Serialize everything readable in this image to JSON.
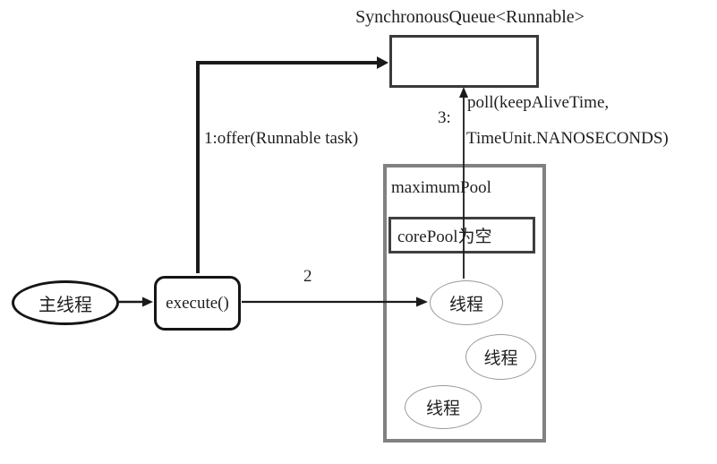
{
  "diagram": {
    "title": "SynchronousQueue<Runnable>",
    "nodes": {
      "main_thread": "主线程",
      "execute": "execute()",
      "pool_label": "maximumPool",
      "core_pool": "corePool为空",
      "threads": [
        "线程",
        "线程",
        "线程"
      ]
    },
    "labels": {
      "step1": "1:offer(Runnable task)",
      "step2": "2",
      "step3": "3:",
      "poll_line1": "poll(keepAliveTime,",
      "poll_line2": "TimeUnit.NANOSECONDS)"
    },
    "colors": {
      "background": "#ffffff",
      "text": "#1f1f1f",
      "arrow_line": "#1a1a1a",
      "node_border": "#151515",
      "queue_border": "#3a3a3a",
      "pool_border": "#818181",
      "core_pool_border": "#3f3f3f",
      "thread_border": "#9a9a9a"
    }
  }
}
